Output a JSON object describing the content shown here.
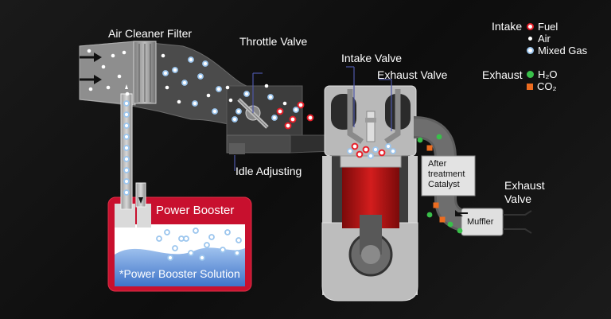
{
  "labels": {
    "air_cleaner_filter": "Air Cleaner Filter",
    "throttle_valve": "Throttle Valve",
    "intake_valve": "Intake Valve",
    "exhaust_valve": "Exhaust Valve",
    "idle_adjusting": "Idle Adjusting",
    "exhaust_valve_right_line1": "Exhaust",
    "exhaust_valve_right_line2": "Valve",
    "after_treatment_line1": "After",
    "after_treatment_line2": "treatment",
    "after_treatment_line3": "Catalyst",
    "muffler": "Muffler",
    "power_booster": "Power Booster",
    "power_booster_solution": "*Power Booster Solution"
  },
  "legend": {
    "intake_title": "Intake",
    "fuel": "Fuel",
    "air": "Air",
    "mixed_gas": "Mixed Gas",
    "exhaust_title": "Exhaust",
    "h2o": "H₂O",
    "co2": "CO₂"
  },
  "colors": {
    "fuel": "#e8202a",
    "mixed": "#9cc6ee",
    "h2o": "#39c04a",
    "co2": "#ec6c20",
    "booster_red": "#c8102e",
    "solution_blue": "#5d8fd8"
  }
}
